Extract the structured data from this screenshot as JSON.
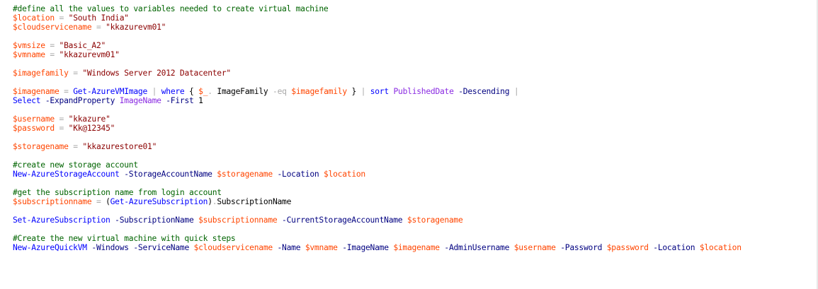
{
  "colors": {
    "comment": "#006400",
    "variable": "#ff4500",
    "operator": "#a9a9a9",
    "string": "#8b0000",
    "command": "#0000ff",
    "parameter": "#000080",
    "keyword": "#00008b",
    "member": "#000000",
    "argument": "#8a2be2",
    "background": "#ffffff"
  },
  "script_lines": [
    [
      {
        "t": "comment",
        "v": "#define all the values to variables needed to create virtual machine"
      }
    ],
    [
      {
        "t": "variable",
        "v": "$location"
      },
      {
        "t": "text",
        "v": " "
      },
      {
        "t": "operator",
        "v": "="
      },
      {
        "t": "text",
        "v": " "
      },
      {
        "t": "string",
        "v": "\"South India\""
      }
    ],
    [
      {
        "t": "variable",
        "v": "$cloudservicename"
      },
      {
        "t": "text",
        "v": " "
      },
      {
        "t": "operator",
        "v": "="
      },
      {
        "t": "text",
        "v": " "
      },
      {
        "t": "string",
        "v": "\"kkazurevm01\""
      }
    ],
    [],
    [
      {
        "t": "variable",
        "v": "$vmsize"
      },
      {
        "t": "text",
        "v": " "
      },
      {
        "t": "operator",
        "v": "="
      },
      {
        "t": "text",
        "v": " "
      },
      {
        "t": "string",
        "v": "\"Basic_A2\""
      }
    ],
    [
      {
        "t": "variable",
        "v": "$vmname"
      },
      {
        "t": "text",
        "v": " "
      },
      {
        "t": "operator",
        "v": "="
      },
      {
        "t": "text",
        "v": " "
      },
      {
        "t": "string",
        "v": "\"kkazurevm01\""
      }
    ],
    [],
    [
      {
        "t": "variable",
        "v": "$imagefamily"
      },
      {
        "t": "text",
        "v": " "
      },
      {
        "t": "operator",
        "v": "="
      },
      {
        "t": "text",
        "v": " "
      },
      {
        "t": "string",
        "v": "\"Windows Server 2012 Datacenter\""
      }
    ],
    [],
    [
      {
        "t": "variable",
        "v": "$imagename"
      },
      {
        "t": "text",
        "v": " "
      },
      {
        "t": "operator",
        "v": "="
      },
      {
        "t": "text",
        "v": " "
      },
      {
        "t": "command",
        "v": "Get-AzureVMImage"
      },
      {
        "t": "text",
        "v": " "
      },
      {
        "t": "operator",
        "v": "|"
      },
      {
        "t": "text",
        "v": " "
      },
      {
        "t": "command",
        "v": "where"
      },
      {
        "t": "text",
        "v": " "
      },
      {
        "t": "group",
        "v": "{"
      },
      {
        "t": "text",
        "v": " "
      },
      {
        "t": "variable",
        "v": "$_"
      },
      {
        "t": "operator",
        "v": "."
      },
      {
        "t": "text",
        "v": " "
      },
      {
        "t": "member",
        "v": "ImageFamily"
      },
      {
        "t": "text",
        "v": " "
      },
      {
        "t": "operator",
        "v": "-eq"
      },
      {
        "t": "text",
        "v": " "
      },
      {
        "t": "variable",
        "v": "$imagefamily"
      },
      {
        "t": "text",
        "v": " "
      },
      {
        "t": "group",
        "v": "}"
      },
      {
        "t": "text",
        "v": " "
      },
      {
        "t": "operator",
        "v": "|"
      },
      {
        "t": "text",
        "v": " "
      },
      {
        "t": "command",
        "v": "sort"
      },
      {
        "t": "text",
        "v": " "
      },
      {
        "t": "argument",
        "v": "PublishedDate"
      },
      {
        "t": "text",
        "v": " "
      },
      {
        "t": "parameter",
        "v": "-Descending"
      },
      {
        "t": "text",
        "v": " "
      },
      {
        "t": "operator",
        "v": "|"
      }
    ],
    [
      {
        "t": "command",
        "v": "Select"
      },
      {
        "t": "text",
        "v": " "
      },
      {
        "t": "parameter",
        "v": "-ExpandProperty"
      },
      {
        "t": "text",
        "v": " "
      },
      {
        "t": "argument",
        "v": "ImageName"
      },
      {
        "t": "text",
        "v": " "
      },
      {
        "t": "parameter",
        "v": "-First"
      },
      {
        "t": "text",
        "v": " "
      },
      {
        "t": "text",
        "v": "1"
      }
    ],
    [],
    [
      {
        "t": "variable",
        "v": "$username"
      },
      {
        "t": "text",
        "v": " "
      },
      {
        "t": "operator",
        "v": "="
      },
      {
        "t": "text",
        "v": " "
      },
      {
        "t": "string",
        "v": "\"kkazure\""
      }
    ],
    [
      {
        "t": "variable",
        "v": "$password"
      },
      {
        "t": "text",
        "v": " "
      },
      {
        "t": "operator",
        "v": "="
      },
      {
        "t": "text",
        "v": " "
      },
      {
        "t": "string",
        "v": "\"Kk@12345\""
      }
    ],
    [],
    [
      {
        "t": "variable",
        "v": "$storagename"
      },
      {
        "t": "text",
        "v": " "
      },
      {
        "t": "operator",
        "v": "="
      },
      {
        "t": "text",
        "v": " "
      },
      {
        "t": "string",
        "v": "\"kkazurestore01\""
      }
    ],
    [],
    [
      {
        "t": "comment",
        "v": "#create new storage account"
      }
    ],
    [
      {
        "t": "command",
        "v": "New-AzureStorageAccount"
      },
      {
        "t": "text",
        "v": " "
      },
      {
        "t": "parameter",
        "v": "-StorageAccountName"
      },
      {
        "t": "text",
        "v": " "
      },
      {
        "t": "variable",
        "v": "$storagename"
      },
      {
        "t": "text",
        "v": " "
      },
      {
        "t": "parameter",
        "v": "-Location"
      },
      {
        "t": "text",
        "v": " "
      },
      {
        "t": "variable",
        "v": "$location"
      }
    ],
    [],
    [
      {
        "t": "comment",
        "v": "#get the subscription name from login account"
      }
    ],
    [
      {
        "t": "variable",
        "v": "$subscriptionname"
      },
      {
        "t": "text",
        "v": " "
      },
      {
        "t": "operator",
        "v": "="
      },
      {
        "t": "text",
        "v": " "
      },
      {
        "t": "group",
        "v": "("
      },
      {
        "t": "command",
        "v": "Get-AzureSubscription"
      },
      {
        "t": "group",
        "v": ")"
      },
      {
        "t": "operator",
        "v": "."
      },
      {
        "t": "member",
        "v": "SubscriptionName"
      }
    ],
    [],
    [
      {
        "t": "command",
        "v": "Set-AzureSubscription"
      },
      {
        "t": "text",
        "v": " "
      },
      {
        "t": "parameter",
        "v": "-SubscriptionName"
      },
      {
        "t": "text",
        "v": " "
      },
      {
        "t": "variable",
        "v": "$subscriptionname"
      },
      {
        "t": "text",
        "v": " "
      },
      {
        "t": "parameter",
        "v": "-CurrentStorageAccountName"
      },
      {
        "t": "text",
        "v": " "
      },
      {
        "t": "variable",
        "v": "$storagename"
      }
    ],
    [],
    [
      {
        "t": "comment",
        "v": "#Create the new virtual machine with quick steps"
      }
    ],
    [
      {
        "t": "command",
        "v": "New-AzureQuickVM"
      },
      {
        "t": "text",
        "v": " "
      },
      {
        "t": "parameter",
        "v": "-Windows"
      },
      {
        "t": "text",
        "v": " "
      },
      {
        "t": "parameter",
        "v": "-ServiceName"
      },
      {
        "t": "text",
        "v": " "
      },
      {
        "t": "variable",
        "v": "$cloudservicename"
      },
      {
        "t": "text",
        "v": " "
      },
      {
        "t": "parameter",
        "v": "-Name"
      },
      {
        "t": "text",
        "v": " "
      },
      {
        "t": "variable",
        "v": "$vmname"
      },
      {
        "t": "text",
        "v": " "
      },
      {
        "t": "parameter",
        "v": "-ImageName"
      },
      {
        "t": "text",
        "v": " "
      },
      {
        "t": "variable",
        "v": "$imagename"
      },
      {
        "t": "text",
        "v": " "
      },
      {
        "t": "parameter",
        "v": "-AdminUsername"
      },
      {
        "t": "text",
        "v": " "
      },
      {
        "t": "variable",
        "v": "$username"
      },
      {
        "t": "text",
        "v": " "
      },
      {
        "t": "parameter",
        "v": "-Password"
      },
      {
        "t": "text",
        "v": " "
      },
      {
        "t": "variable",
        "v": "$password"
      },
      {
        "t": "text",
        "v": " "
      },
      {
        "t": "parameter",
        "v": "-Location"
      },
      {
        "t": "text",
        "v": " "
      },
      {
        "t": "variable",
        "v": "$location"
      }
    ]
  ]
}
